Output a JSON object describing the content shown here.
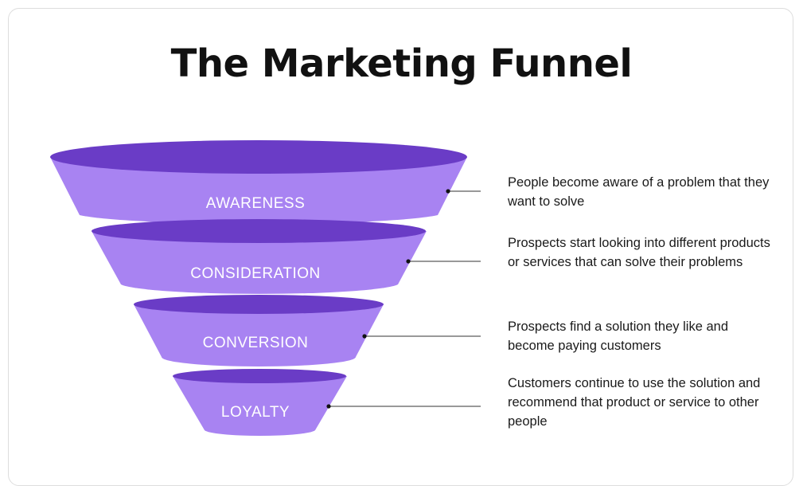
{
  "title": "The Marketing Funnel",
  "colors": {
    "body": "#A883F2",
    "rim": "#6A3CC6",
    "text": "#1a1a1a"
  },
  "stages": [
    {
      "label": "AWARENESS",
      "description": "People become aware of a problem that they want to solve"
    },
    {
      "label": "CONSIDERATION",
      "description": "Prospects start looking into different products or services that can solve their problems"
    },
    {
      "label": "CONVERSION",
      "description": "Prospects find a solution they like and become paying customers"
    },
    {
      "label": "LOYALTY",
      "description": "Customers continue to use the solution and recommend that product or service to other people"
    }
  ]
}
